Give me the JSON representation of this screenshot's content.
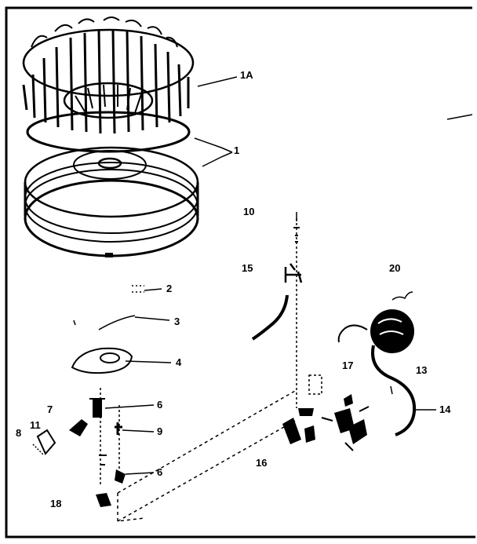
{
  "labels": {
    "l1A": "1A",
    "l1": "1",
    "l10": "10",
    "l15": "15",
    "l20": "20",
    "l2": "2",
    "l3": "3",
    "l4": "4",
    "l17": "17",
    "l13": "13",
    "l14": "14",
    "l6a": "6",
    "l9": "9",
    "l7": "7",
    "l11": "11",
    "l8": "8",
    "l6b": "6",
    "l16": "16",
    "l18": "18"
  }
}
